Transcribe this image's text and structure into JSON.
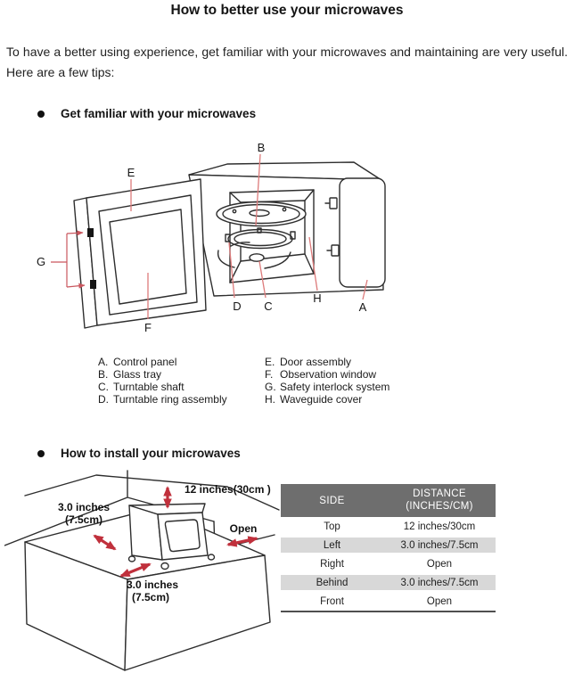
{
  "page": {
    "title": "How to better use your microwaves",
    "intro": "To have a better using experience, get familiar with your microwaves and maintaining are very useful. Here are a few tips:"
  },
  "sections": [
    {
      "heading": "Get familiar with your microwaves"
    },
    {
      "heading": "How to install your microwaves"
    }
  ],
  "parts_diagram": {
    "markers": {
      "a": "A",
      "b": "B",
      "c": "C",
      "d": "D",
      "e": "E",
      "f": "F",
      "g": "G",
      "h": "H"
    },
    "legend": [
      {
        "key": "A.",
        "name": "Control panel"
      },
      {
        "key": "B.",
        "name": "Glass tray"
      },
      {
        "key": "C.",
        "name": "Turntable shaft"
      },
      {
        "key": "D.",
        "name": "Turntable ring assembly"
      },
      {
        "key": "E.",
        "name": "Door assembly"
      },
      {
        "key": "F.",
        "name": "Observation window"
      },
      {
        "key": "G.",
        "name": "Safety interlock system"
      },
      {
        "key": "H.",
        "name": "Waveguide cover"
      }
    ]
  },
  "install_diagram": {
    "top_clearance": "12 inches(30cm )",
    "left_clearance": {
      "line1": "3.0 inches",
      "line2": "(7.5cm)"
    },
    "right_clearance": "Open",
    "front_clearance": {
      "line1": "3.0 inches",
      "line2": "(7.5cm)"
    }
  },
  "clearance_table": {
    "headers": {
      "side": "SIDE",
      "distance_line1": "DISTANCE",
      "distance_line2": "(INCHES/CM)"
    },
    "rows": [
      {
        "side": "Top",
        "distance": "12 inches/30cm"
      },
      {
        "side": "Left",
        "distance": "3.0 inches/7.5cm"
      },
      {
        "side": "Right",
        "distance": "Open"
      },
      {
        "side": "Behind",
        "distance": "3.0 inches/7.5cm"
      },
      {
        "side": "Front",
        "distance": "Open"
      }
    ]
  },
  "colors": {
    "arrow_red": "#c0303c",
    "leader_red": "#dd7b7b",
    "table_header_bg": "#6e6e6e",
    "table_alt_row_bg": "#d8d8d8"
  }
}
